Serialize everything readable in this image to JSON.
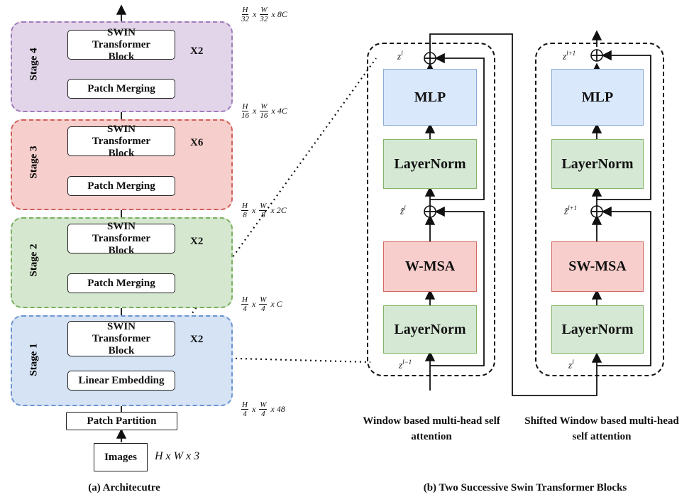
{
  "architecture": {
    "stages": [
      {
        "label": "Stage 4",
        "block": "SWIN Transformer Block",
        "bottom": "Patch Merging",
        "mult": "X2",
        "fill": "#e2d5e9",
        "border": "#a07cb8"
      },
      {
        "label": "Stage 3",
        "block": "SWIN Transformer Block",
        "bottom": "Patch Merging",
        "mult": "X6",
        "fill": "#f6cfcd",
        "border": "#d0605a"
      },
      {
        "label": "Stage 2",
        "block": "SWIN Transformer Block",
        "bottom": "Patch Merging",
        "mult": "X2",
        "fill": "#d6e7cf",
        "border": "#78b060"
      },
      {
        "label": "Stage 1",
        "block": "SWIN Transformer Block",
        "bottom": "Linear Embedding",
        "mult": "X2",
        "fill": "#d6e3f5",
        "border": "#6c95d0"
      }
    ],
    "patch_partition": "Patch Partition",
    "images": "Images",
    "input_dim": "H x W x 3",
    "dims": [
      {
        "num1": "H",
        "den1": "32",
        "num2": "W",
        "den2": "32",
        "tail": "x 8C"
      },
      {
        "num1": "H",
        "den1": "16",
        "num2": "W",
        "den2": "16",
        "tail": "x 4C"
      },
      {
        "num1": "H",
        "den1": "8",
        "num2": "W",
        "den2": "8",
        "tail": "x 2C"
      },
      {
        "num1": "H",
        "den1": "4",
        "num2": "W",
        "den2": "4",
        "tail": "x C"
      },
      {
        "num1": "H",
        "den1": "4",
        "num2": "W",
        "den2": "4",
        "tail": "x 48"
      }
    ],
    "caption": "(a) Architecutre"
  },
  "blocks": {
    "w": {
      "mlp": "MLP",
      "ln_top": "LayerNorm",
      "msa": "W-MSA",
      "ln_bot": "LayerNorm",
      "z_top": "z",
      "z_top_sup": "l",
      "z_mid": "ẑ",
      "z_mid_sup": "l",
      "z_bot": "z",
      "z_bot_sup": "l−1",
      "caption": "Window based multi-head self attention"
    },
    "sw": {
      "mlp": "MLP",
      "ln_top": "LayerNorm",
      "msa": "SW-MSA",
      "ln_bot": "LayerNorm",
      "z_top": "z",
      "z_top_sup": "l+1",
      "z_mid": "ẑ",
      "z_mid_sup": "l+1",
      "z_bot": "z",
      "z_bot_sup": "l",
      "caption": "Shifted Window based multi-head self attention"
    },
    "colors": {
      "mlp_fill": "#dae8fc",
      "mlp_border": "#8eacd6",
      "ln_fill": "#d5e8d4",
      "ln_border": "#82b366",
      "msa_fill": "#f8cecc",
      "msa_border": "#d06a62"
    },
    "caption": "(b) Two Successive Swin Transformer Blocks"
  }
}
